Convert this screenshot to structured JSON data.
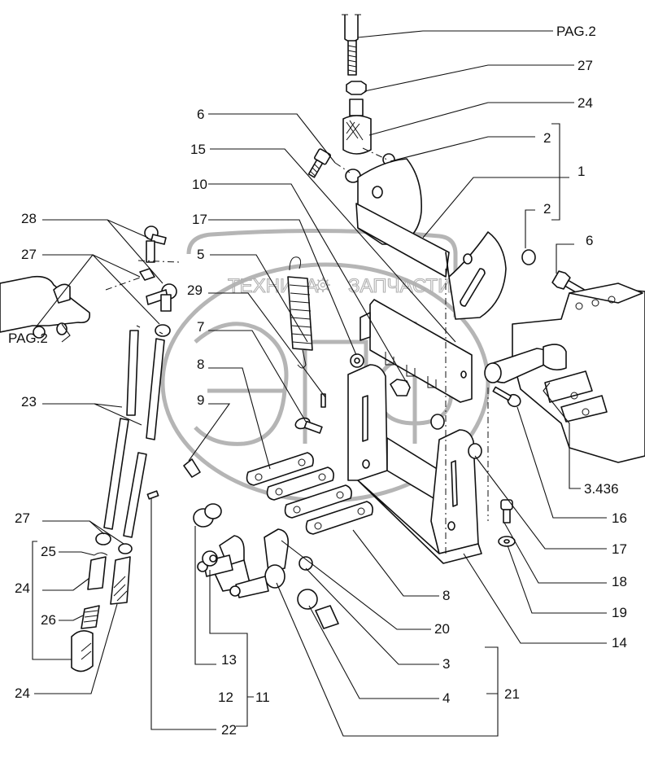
{
  "diagram": {
    "title": "Exploded parts diagram — linkage bracket assembly",
    "watermark": {
      "logo_text": "ЭПФ",
      "caption_left": "ТЕХНИКА",
      "caption_right": "ЗАПЧАСТИ",
      "gear_icon": "gear-icon",
      "color": "#b5b5b5"
    },
    "line_color": "#111111",
    "labels": {
      "pag2_top": "PAG.2",
      "n27_top": "27",
      "n24_top": "24",
      "n6_left": "6",
      "n2_upper": "2",
      "n15": "15",
      "n1": "1",
      "n10": "10",
      "n2_lower": "2",
      "n28": "28",
      "n17_upper": "17",
      "n6_right": "6",
      "n27_left": "27",
      "n5": "5",
      "n29": "29",
      "pag2_left": "PAG.2",
      "n7": "7",
      "n8_upper": "8",
      "n23": "23",
      "n9": "9",
      "n3436": "3.436",
      "n16": "16",
      "n27_bottom": "27",
      "n17_lower": "17",
      "n25": "25",
      "n18": "18",
      "n24_mid": "24",
      "n19": "19",
      "n8_lower": "8",
      "n26": "26",
      "n20": "20",
      "n14": "14",
      "n3": "3",
      "n13": "13",
      "n24_bottom": "24",
      "n12": "12",
      "n11": "11",
      "n4": "4",
      "n21": "21",
      "n22": "22"
    },
    "parts": [
      "rod-end",
      "nut",
      "knurled-sleeve",
      "bolt",
      "spacer",
      "bracket-plate",
      "tension-spring",
      "pin",
      "link-plate",
      "slotted-bar",
      "mounting-bracket",
      "washer",
      "lever-arm",
      "ball-stud",
      "roller-bush",
      "tie-rod",
      "ball-joint",
      "circlip",
      "compression-spring",
      "control-valve-block"
    ]
  }
}
